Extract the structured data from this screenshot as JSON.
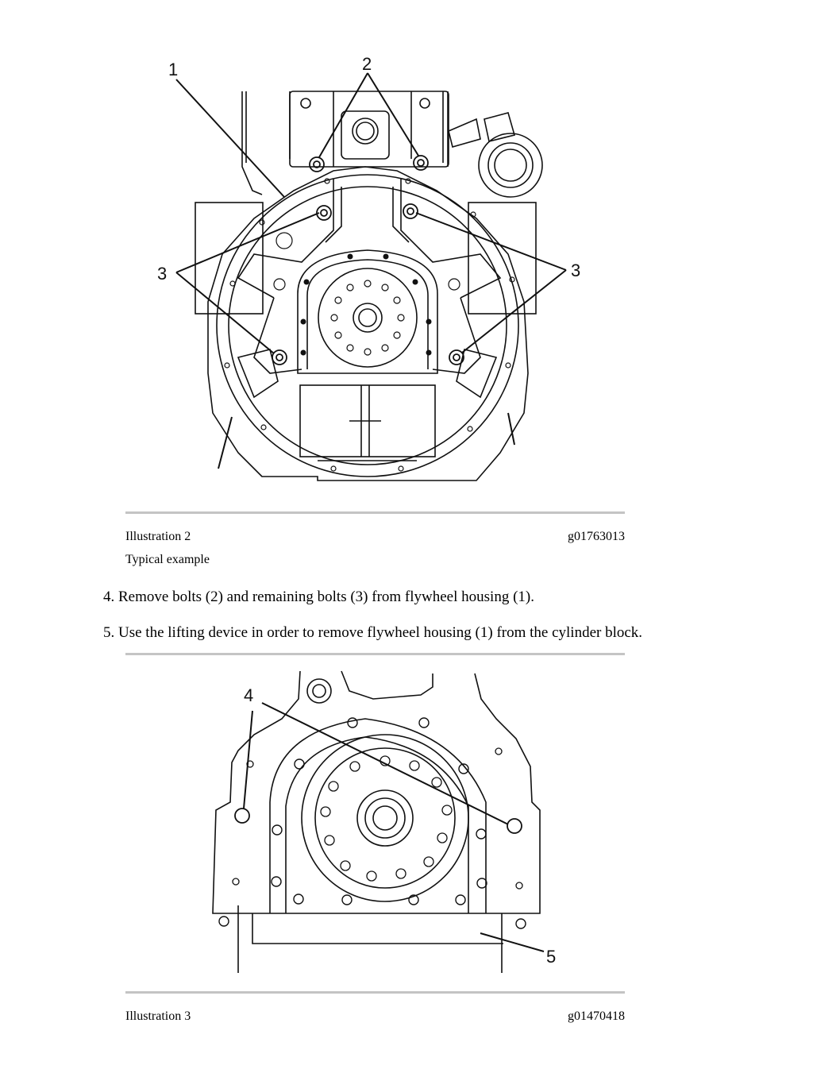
{
  "illustration2": {
    "callouts": [
      "1",
      "2",
      "3",
      "3"
    ],
    "caption_left": "Illustration 2",
    "caption_right": "g01763013",
    "subcaption": "Typical example"
  },
  "steps": [
    {
      "text": "4.  Remove bolts (2) and remaining bolts (3) from flywheel housing (1)."
    },
    {
      "text": "5.  Use the lifting device in order to remove flywheel housing (1) from the cylinder block."
    }
  ],
  "illustration3": {
    "callouts": [
      "4",
      "5"
    ],
    "caption_left": "Illustration 3",
    "caption_right": "g01470418"
  }
}
